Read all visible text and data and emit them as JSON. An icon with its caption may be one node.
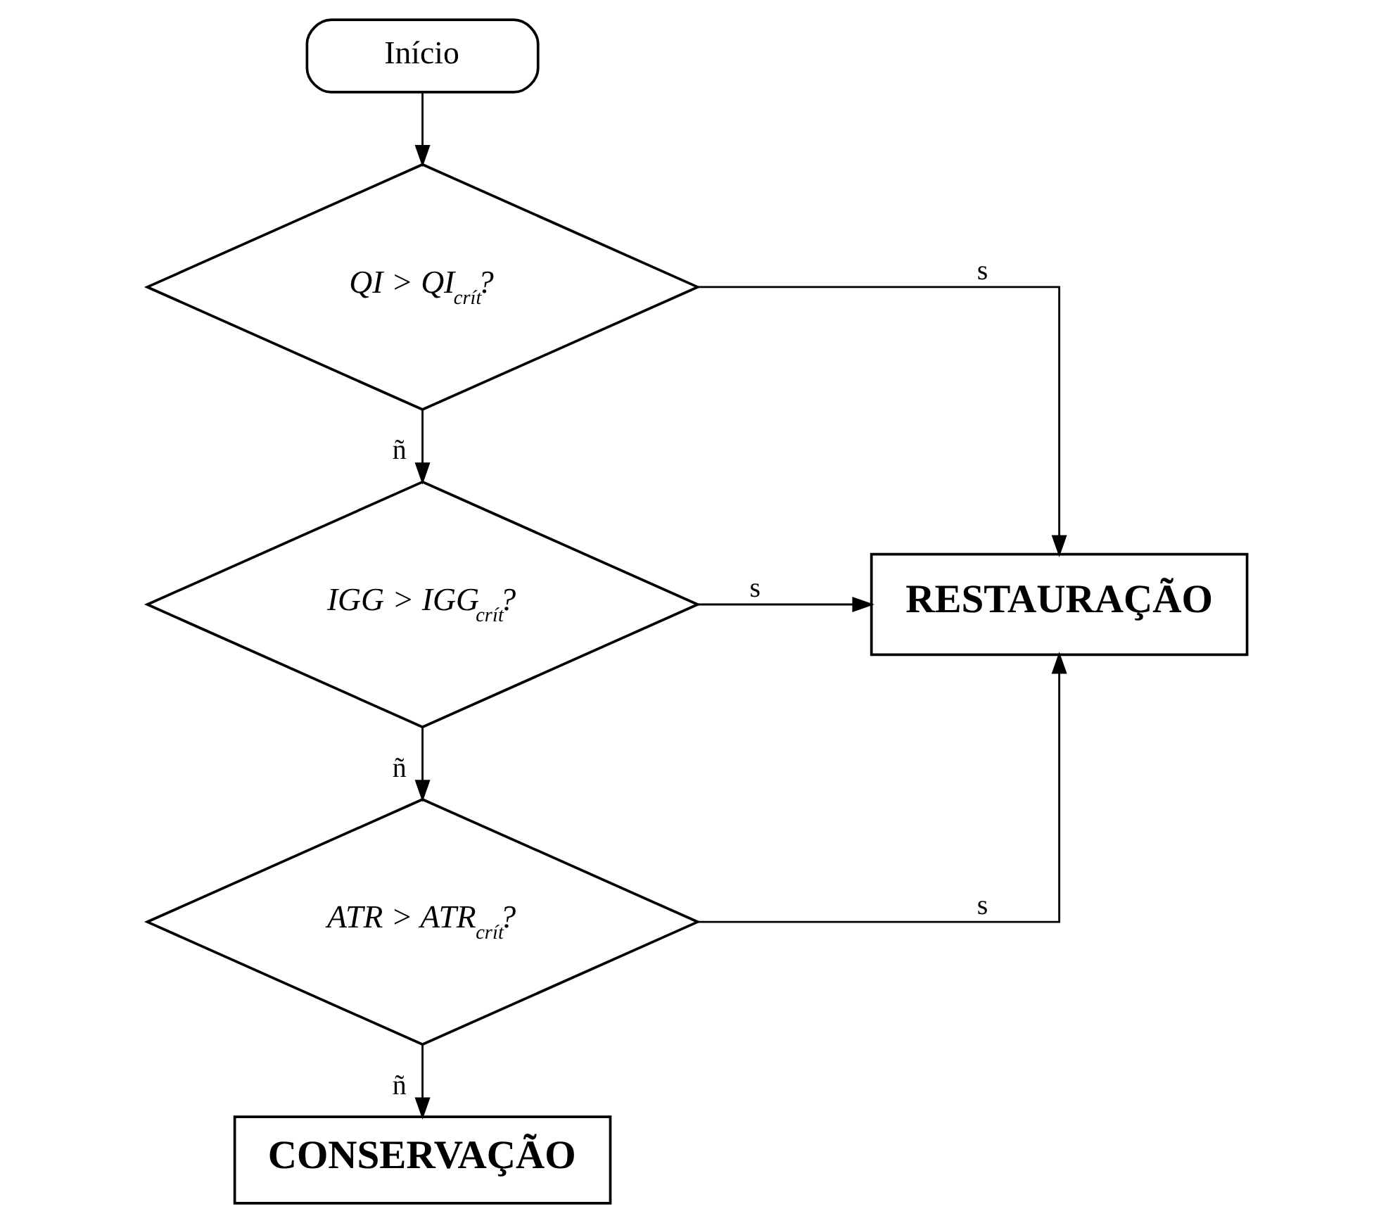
{
  "diagram": {
    "nodes": [
      {
        "text": [
          "Início"
        ]
      },
      {
        "text": [
          "QI > QI$_{crít}$?"
        ]
      },
      {
        "text": [
          "IGG > IGG$_{crít}$?"
        ]
      },
      {
        "text": [
          "RESTAURAÇÃO"
        ]
      },
      {
        "text": [
          "ATR > ATR$_{crít}$?"
        ]
      },
      {
        "text": [
          "CONSERVAÇÃO"
        ]
      }
    ],
    "edges": [
      {
        "from": 0,
        "to": 1,
        "arrow": "to"
      },
      {
        "from": 1,
        "to": 2,
        "arrow": "to",
        "label": "ñ"
      },
      {
        "from": 1,
        "to": 3,
        "arrow": "to",
        "label": "s"
      },
      {
        "from": 2,
        "to": 3,
        "arrow": "to",
        "label": "s"
      },
      {
        "from": 2,
        "to": 4,
        "arrow": "to",
        "label": "ñ"
      },
      {
        "from": 4,
        "to": 3,
        "arrow": "to",
        "label": "s"
      },
      {
        "from": 4,
        "to": 5,
        "arrow": "to",
        "label": "ñ"
      }
    ]
  }
}
